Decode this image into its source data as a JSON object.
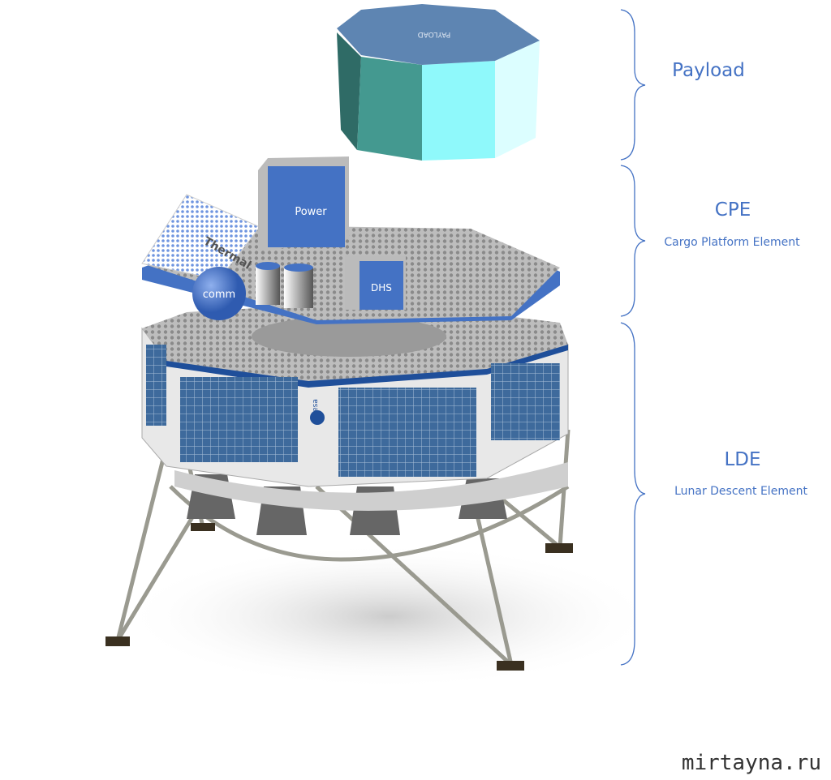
{
  "sections": [
    {
      "title": "Payload",
      "subtitle": ""
    },
    {
      "title": "CPE",
      "subtitle": "Cargo Platform Element"
    },
    {
      "title": "LDE",
      "subtitle": "Lunar Descent Element"
    }
  ],
  "components": {
    "payload": "PAYLOAD",
    "power": "Power",
    "thermal": "Thermal",
    "comm": "comm",
    "dhs": "DHS",
    "logo": "esa"
  },
  "watermark": "mirtayna.ru",
  "colors": {
    "label": "#4472c4",
    "module": "#4472c4"
  }
}
